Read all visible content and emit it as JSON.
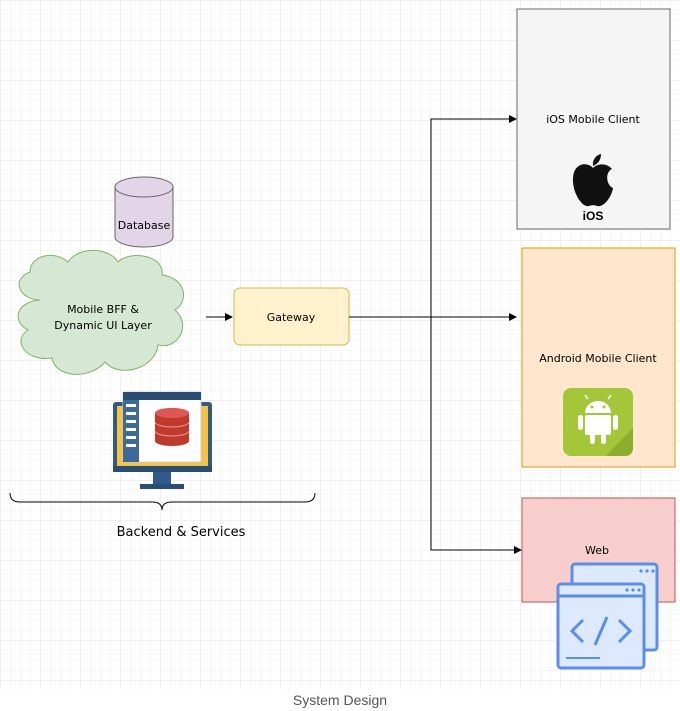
{
  "diagram": {
    "nodes": {
      "database": "Database",
      "bff_line1": "Mobile BFF &",
      "bff_line2": "Dynamic UI Layer",
      "gateway": "Gateway",
      "ios_client": "iOS Mobile Client",
      "ios_logo_text": "iOS",
      "android_client": "Android Mobile Client",
      "web_client": "Web"
    },
    "group_label": "Backend & Services",
    "icons": [
      "database-cylinder-icon",
      "server-database-monitor-icon",
      "apple-icon",
      "android-icon",
      "code-window-icon"
    ],
    "colors": {
      "grid": "#e6e6e6",
      "database_fill": "#e1d5e7",
      "cloud_fill": "#d5e8d4",
      "gateway_fill": "#fff2cc",
      "gateway_stroke": "#d6b656",
      "ios_fill": "#f5f5f5",
      "android_fill": "#ffe6cc",
      "android_stroke": "#d79b00",
      "web_fill": "#f8cecc",
      "web_stroke": "#b85450"
    }
  },
  "caption": "System Design"
}
